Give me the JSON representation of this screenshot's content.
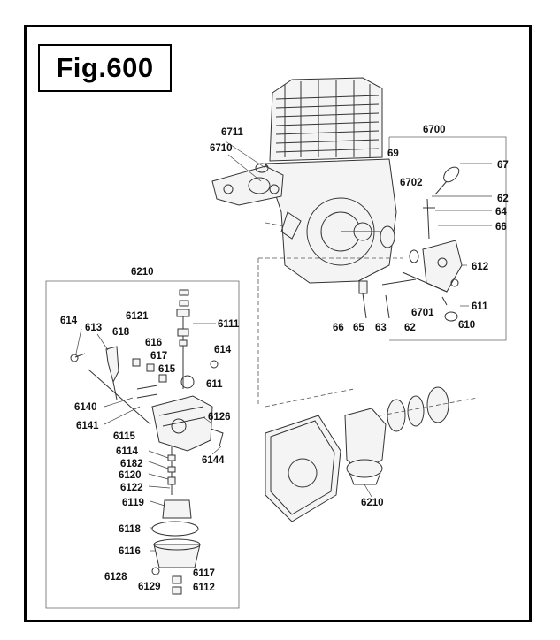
{
  "figure": {
    "title": "Fig.600"
  },
  "labels": {
    "l6711": "6711",
    "l6710": "6710",
    "l6700": "6700",
    "l69": "69",
    "l67": "67",
    "l6702": "6702",
    "l62a": "62",
    "l64": "64",
    "l66a": "66",
    "l612": "612",
    "l611a": "611",
    "l6701": "6701",
    "l610": "610",
    "l66b": "66",
    "l65": "65",
    "l63": "63",
    "l62b": "62",
    "l6210a": "6210",
    "l614a": "614",
    "l613": "613",
    "l6121": "6121",
    "l618": "618",
    "l616": "616",
    "l617": "617",
    "l615": "615",
    "l6111": "6111",
    "l614b": "614",
    "l611b": "611",
    "l6140": "6140",
    "l6141": "6141",
    "l6126": "6126",
    "l6115": "6115",
    "l6114": "6114",
    "l6182": "6182",
    "l6120": "6120",
    "l6144": "6144",
    "l6122": "6122",
    "l6119": "6119",
    "l6118": "6118",
    "l6116": "6116",
    "l6128": "6128",
    "l6129": "6129",
    "l6117": "6117",
    "l6112": "6112",
    "l6210b": "6210"
  }
}
